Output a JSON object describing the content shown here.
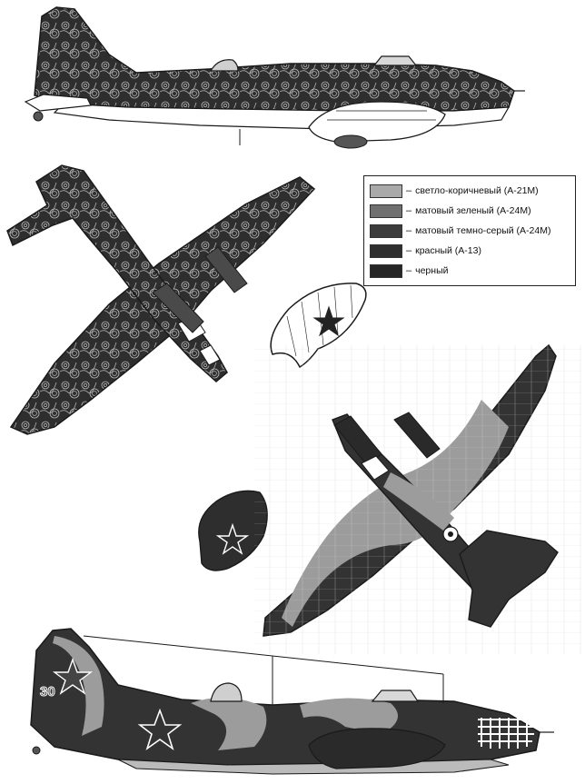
{
  "legend": {
    "items": [
      {
        "label": "светло-коричневый (А-21М)",
        "color": "#a9a9a9"
      },
      {
        "label": "матовый зеленый (А-24М)",
        "color": "#707070"
      },
      {
        "label": "матовый темно-серый (А-24М)",
        "color": "#3c3c3c"
      },
      {
        "label": "красный (А-13)",
        "color": "#2f2f2f"
      },
      {
        "label": "черный",
        "color": "#262626"
      }
    ]
  },
  "markings": {
    "tail_number": "30"
  },
  "colors": {
    "ink": "#1a1a1a",
    "camo_dark": "#333333",
    "camo_light": "#9c9c9c",
    "underside": "#ffffff"
  }
}
